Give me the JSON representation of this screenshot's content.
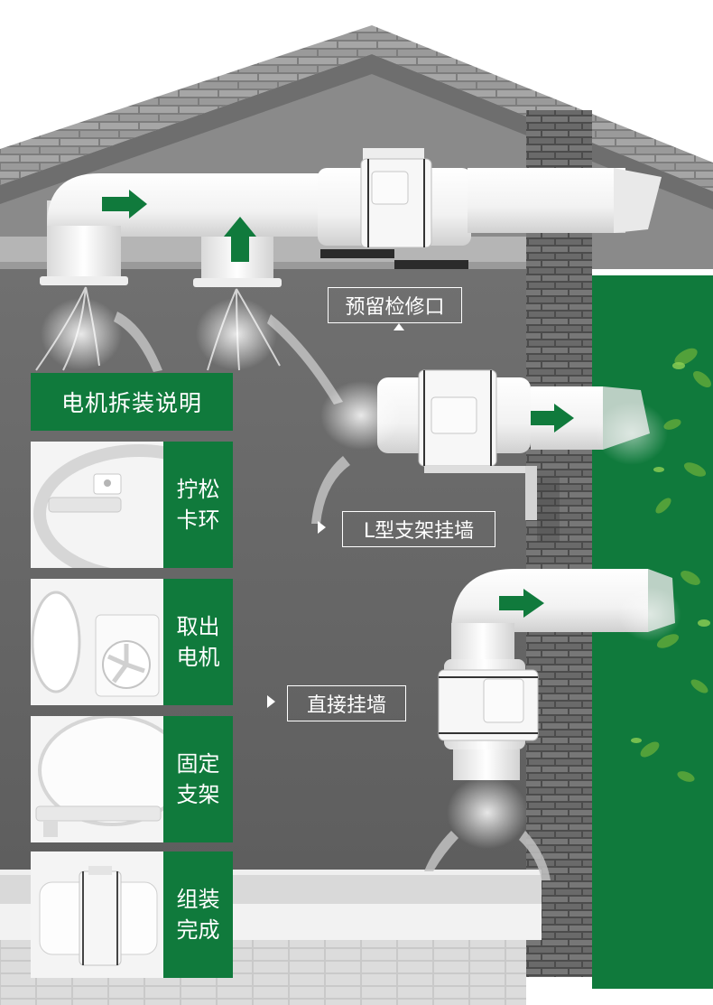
{
  "callouts": {
    "inspection_port": "预留检修口",
    "l_bracket": "L型支架挂墙",
    "direct_wall": "直接挂墙"
  },
  "panel": {
    "title": "电机拆装说明",
    "steps": [
      {
        "line1": "拧松",
        "line2": "卡环"
      },
      {
        "line1": "取出",
        "line2": "电机"
      },
      {
        "line1": "固定",
        "line2": "支架"
      },
      {
        "line1": "组装",
        "line2": "完成"
      }
    ]
  },
  "colors": {
    "brand_green": "#107a3c",
    "wall_gray": "#6b6b6b",
    "duct_white": "#f4f4f4"
  }
}
